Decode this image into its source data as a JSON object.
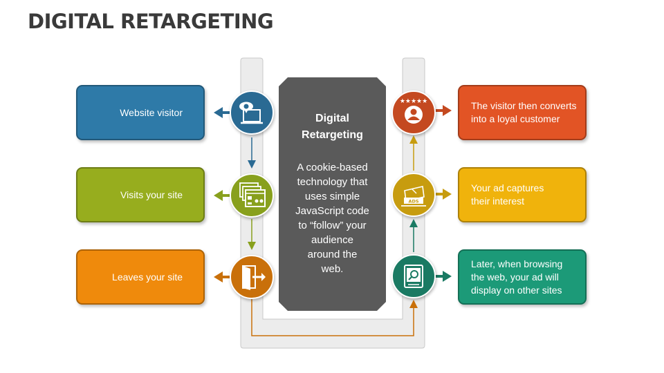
{
  "title": "DIGITAL RETARGETING",
  "center": {
    "title": "Digital\nRetargeting",
    "body": "A cookie-based\ntechnology that\nuses simple\nJavaScript code\nto “follow” your\naudience\naround the\nweb."
  },
  "left_steps": [
    {
      "label": "Website visitor",
      "color": "#2e7aa8",
      "icon": "eye-monitor-icon"
    },
    {
      "label": "Visits your site",
      "color": "#97ad1e",
      "icon": "browser-windows-icon"
    },
    {
      "label": "Leaves your site",
      "color": "#ef8a0c",
      "icon": "exit-door-icon"
    }
  ],
  "right_steps": [
    {
      "label": "Later, when browsing\nthe web, your ad will\ndisplay on other sites",
      "color": "#1c9a78",
      "icon": "magnifier-monitor-icon"
    },
    {
      "label": "Your ad captures\ntheir interest",
      "color": "#f0b30c",
      "icon": "ads-banner-icon",
      "icon_text": "ADS"
    },
    {
      "label": "The visitor then converts\ninto a loyal customer",
      "color": "#e25425",
      "icon": "customer-rating-icon"
    }
  ],
  "icon_colors": {
    "blue": "#2a6a93",
    "olive": "#88a01d",
    "orange": "#c9700a",
    "teal": "#1a7a63",
    "mustard": "#c79c0f",
    "red": "#c44920"
  },
  "frame_color": "#ececec"
}
